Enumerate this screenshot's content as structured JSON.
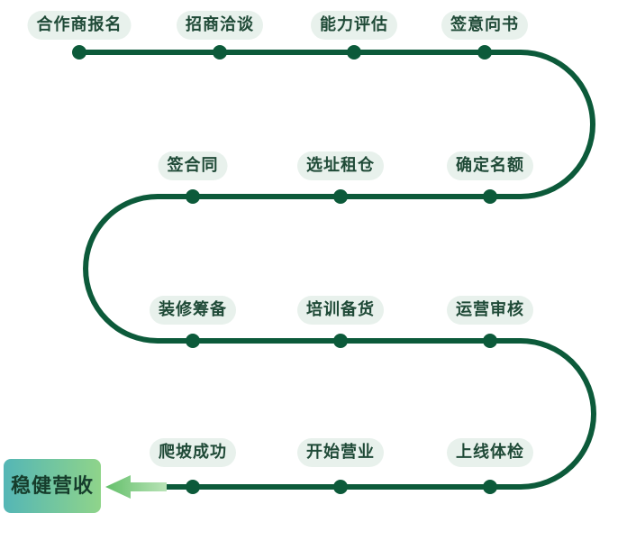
{
  "colors": {
    "track": "#0c5a3a",
    "pill_bg": "#e8f1ec",
    "pill_text": "#1f4a37",
    "arrow_start": "#63bf6a",
    "arrow_end": "#b9e3b7",
    "badge_start": "#54b6b6",
    "badge_end": "#8fd48a"
  },
  "steps": [
    "合作商报名",
    "招商洽谈",
    "能力评估",
    "签意向书",
    "确定名额",
    "选址租仓",
    "签合同",
    "装修筹备",
    "培训备货",
    "运营审核",
    "上线体检",
    "开始营业",
    "爬坡成功"
  ],
  "final": "稳健营收"
}
